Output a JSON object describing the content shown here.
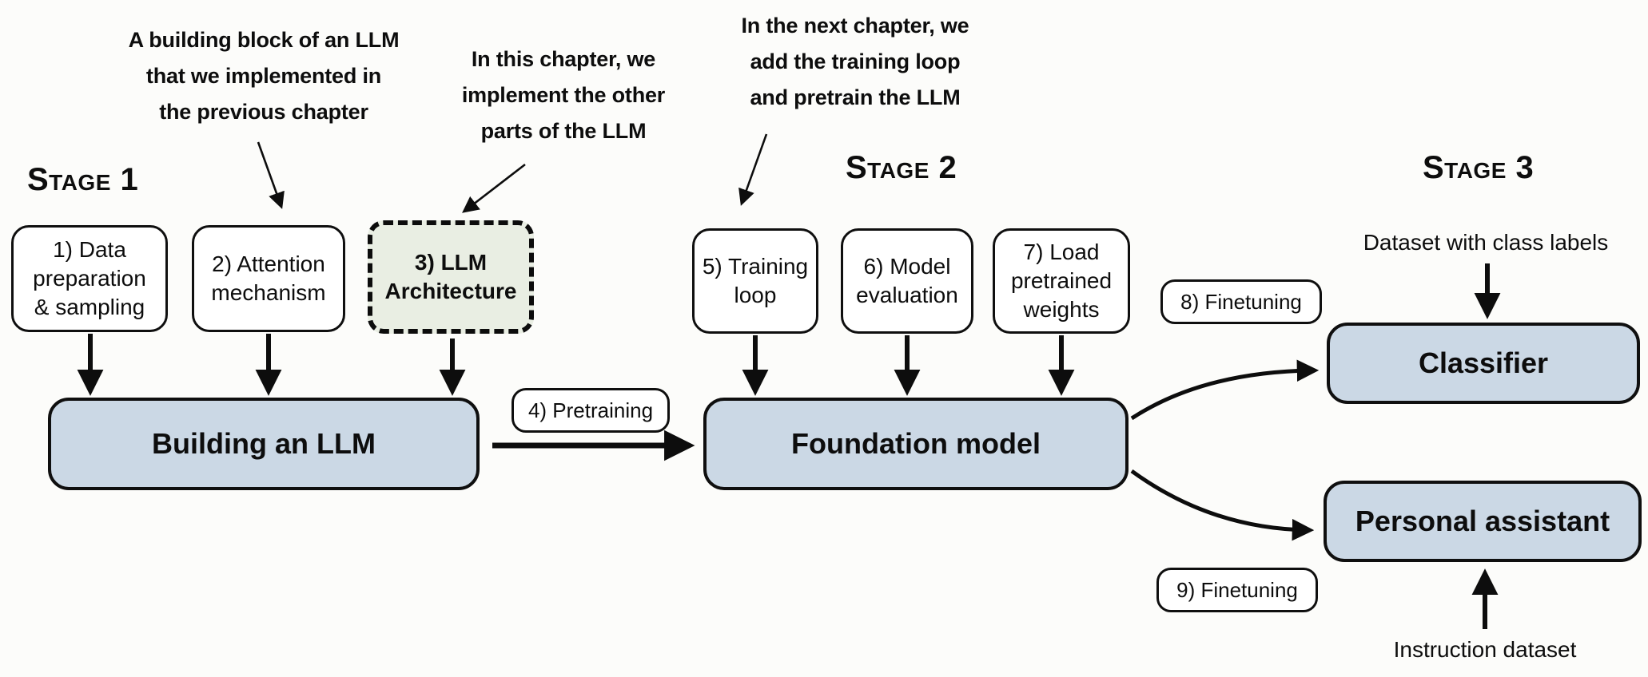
{
  "stage_labels": [
    {
      "text": "Stage 1"
    },
    {
      "text": "Stage 2"
    },
    {
      "text": "Stage 3"
    }
  ],
  "annotations": [
    {
      "text": "A building block of an LLM\nthat we implemented in\nthe previous chapter"
    },
    {
      "text": "In this chapter, we\nimplement the other\nparts of the LLM"
    },
    {
      "text": "In the next chapter, we\nadd the training loop\nand pretrain the LLM"
    }
  ],
  "step_boxes": [
    {
      "text": "1) Data\npreparation\n& sampling"
    },
    {
      "text": "2) Attention\nmechanism"
    },
    {
      "text": "3) LLM\nArchitecture"
    },
    {
      "text": "4) Pretraining"
    },
    {
      "text": "5) Training\nloop"
    },
    {
      "text": "6) Model\nevaluation"
    },
    {
      "text": "7) Load\npretrained\nweights"
    },
    {
      "text": "8) Finetuning"
    },
    {
      "text": "9) Finetuning"
    }
  ],
  "main_boxes": [
    {
      "text": "Building an LLM"
    },
    {
      "text": "Foundation model"
    },
    {
      "text": "Classifier"
    },
    {
      "text": "Personal assistant"
    }
  ],
  "io_labels": [
    {
      "text": "Dataset with class labels"
    },
    {
      "text": "Instruction dataset"
    }
  ],
  "colors": {
    "main_box_fill": "#cbd8e5",
    "highlight_box_fill": "#e9eee3",
    "stroke": "#0f0f0f",
    "background": "#fcfcfa"
  }
}
